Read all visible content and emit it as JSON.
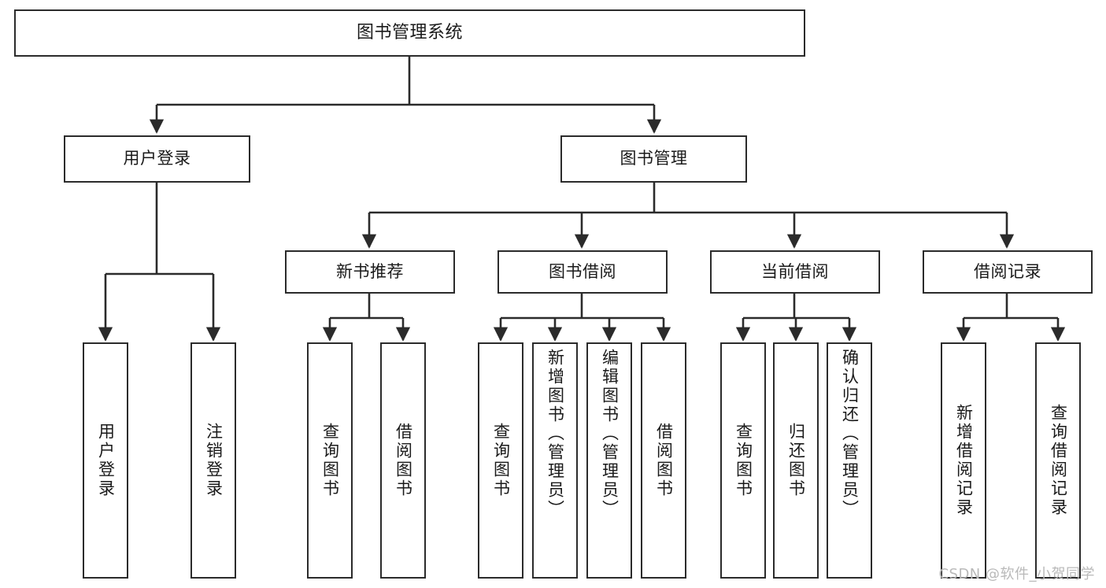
{
  "diagram": {
    "title": "图书管理系统",
    "type": "tree-hierarchy",
    "levels": 3
  },
  "root": {
    "label": "图书管理系统"
  },
  "level2": [
    {
      "id": "user-login",
      "label": "用户登录"
    },
    {
      "id": "book-manage",
      "label": "图书管理"
    }
  ],
  "level3": [
    {
      "id": "new-book-recommend",
      "label": "新书推荐"
    },
    {
      "id": "book-borrow",
      "label": "图书借阅"
    },
    {
      "id": "current-borrow",
      "label": "当前借阅"
    },
    {
      "id": "borrow-record",
      "label": "借阅记录"
    }
  ],
  "leaves": {
    "user_login": [
      {
        "id": "leaf-user-login",
        "label": "用户登录"
      },
      {
        "id": "leaf-logout-login",
        "label": "注销登录"
      }
    ],
    "new_book_recommend": [
      {
        "id": "leaf-query-book-1",
        "label": "查询图书"
      },
      {
        "id": "leaf-borrow-book-1",
        "label": "借阅图书"
      }
    ],
    "book_borrow": [
      {
        "id": "leaf-query-book-2",
        "label": "查询图书"
      },
      {
        "id": "leaf-add-book",
        "label": "新增图书（管理员）"
      },
      {
        "id": "leaf-edit-book",
        "label": "编辑图书（管理员）"
      },
      {
        "id": "leaf-borrow-book-2",
        "label": "借阅图书"
      }
    ],
    "current_borrow": [
      {
        "id": "leaf-query-book-3",
        "label": "查询图书"
      },
      {
        "id": "leaf-return-book",
        "label": "归还图书"
      },
      {
        "id": "leaf-confirm-return",
        "label": "确认归还（管理员）"
      }
    ],
    "borrow_record": [
      {
        "id": "leaf-add-record",
        "label": "新增借阅记录"
      },
      {
        "id": "leaf-query-record",
        "label": "查询借阅记录"
      }
    ]
  },
  "watermark": {
    "text": "CSDN @软件_小贺同学"
  },
  "colors": {
    "stroke": "#2b2b2b",
    "background": "#ffffff",
    "text": "#1a1a1a",
    "watermark": "#b9b9b9"
  }
}
